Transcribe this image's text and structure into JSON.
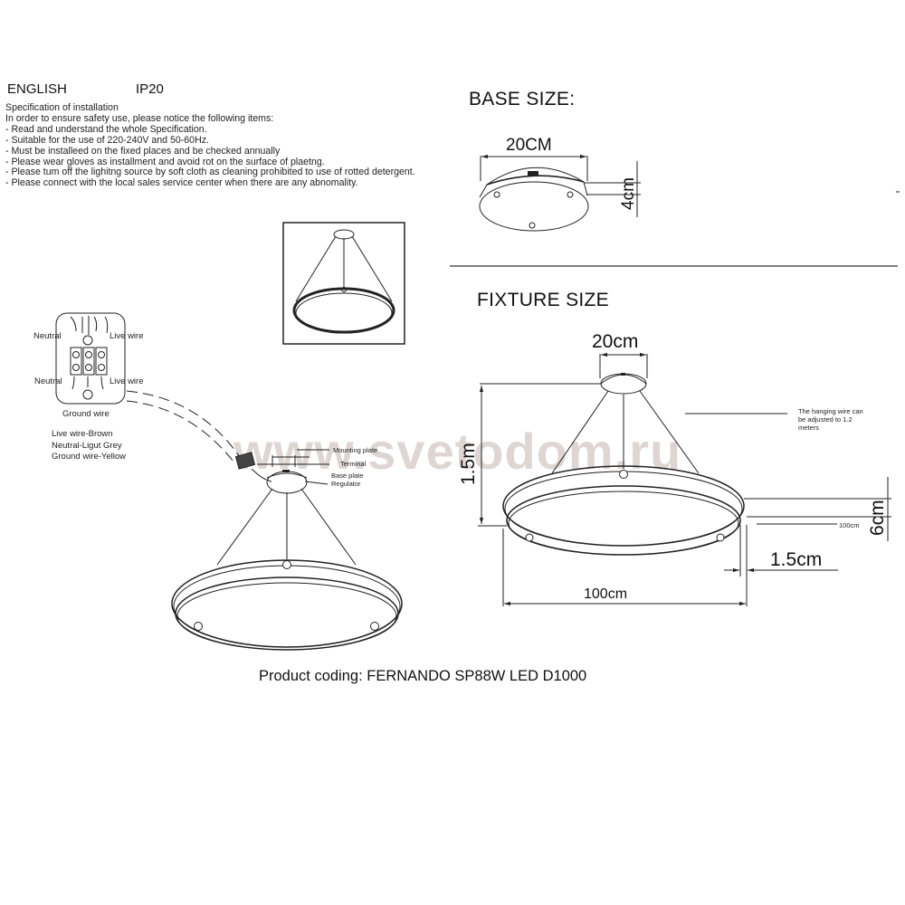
{
  "header": {
    "language": "ENGLISH",
    "ip_rating": "IP20"
  },
  "specification": {
    "title": "Specification of installation",
    "intro": "In order to ensure safety use, please notice the following items:",
    "items": [
      "- Read and understand the whole Specification.",
      "- Suitable for the use of 220-240V and 50-60Hz.",
      "- Must be installeed on the fixed places and be checked annually",
      "- Please wear gloves as installment and avoid rot on the surface of plaetng.",
      "- Please tum off the lighitng source by soft cloth as cleaning prohibited to use of rotted detergent.",
      "- Please connect with the local sales service center when there are any abnomality."
    ]
  },
  "base_size": {
    "title": "BASE SIZE:",
    "width_label": "20CM",
    "height_label": "4cm"
  },
  "fixture_size": {
    "title": "FIXTURE SIZE",
    "canopy_width": "20cm",
    "height": "1.5m",
    "ring_height": "6cm",
    "ring_thickness": "1.5cm",
    "diameter": "100cm",
    "small_label": "100cm",
    "note": [
      "The hanging wire can",
      "be adjusted to 1.2",
      "meters"
    ]
  },
  "wiring": {
    "labels": {
      "neutral_top": "Neutral",
      "live_top": "Live wire",
      "neutral_bottom": "Neutral",
      "live_bottom": "Live wire",
      "ground": "Ground wire"
    },
    "legend": [
      "Live wire-Brown",
      "Neutral-Ligut Grey",
      "Ground wire-Yellow"
    ]
  },
  "installation_parts": {
    "mounting_plate": "Mounting plate",
    "terminal": "Terminal",
    "base_plate": "Base plate",
    "regulator": "Regulator"
  },
  "product_coding": "Product coding: FERNANDO SP88W LED D1000",
  "watermark": "www.svetodom.ru",
  "colors": {
    "line": "#222222",
    "watermark": "#d9cfcc",
    "background": "#ffffff"
  }
}
